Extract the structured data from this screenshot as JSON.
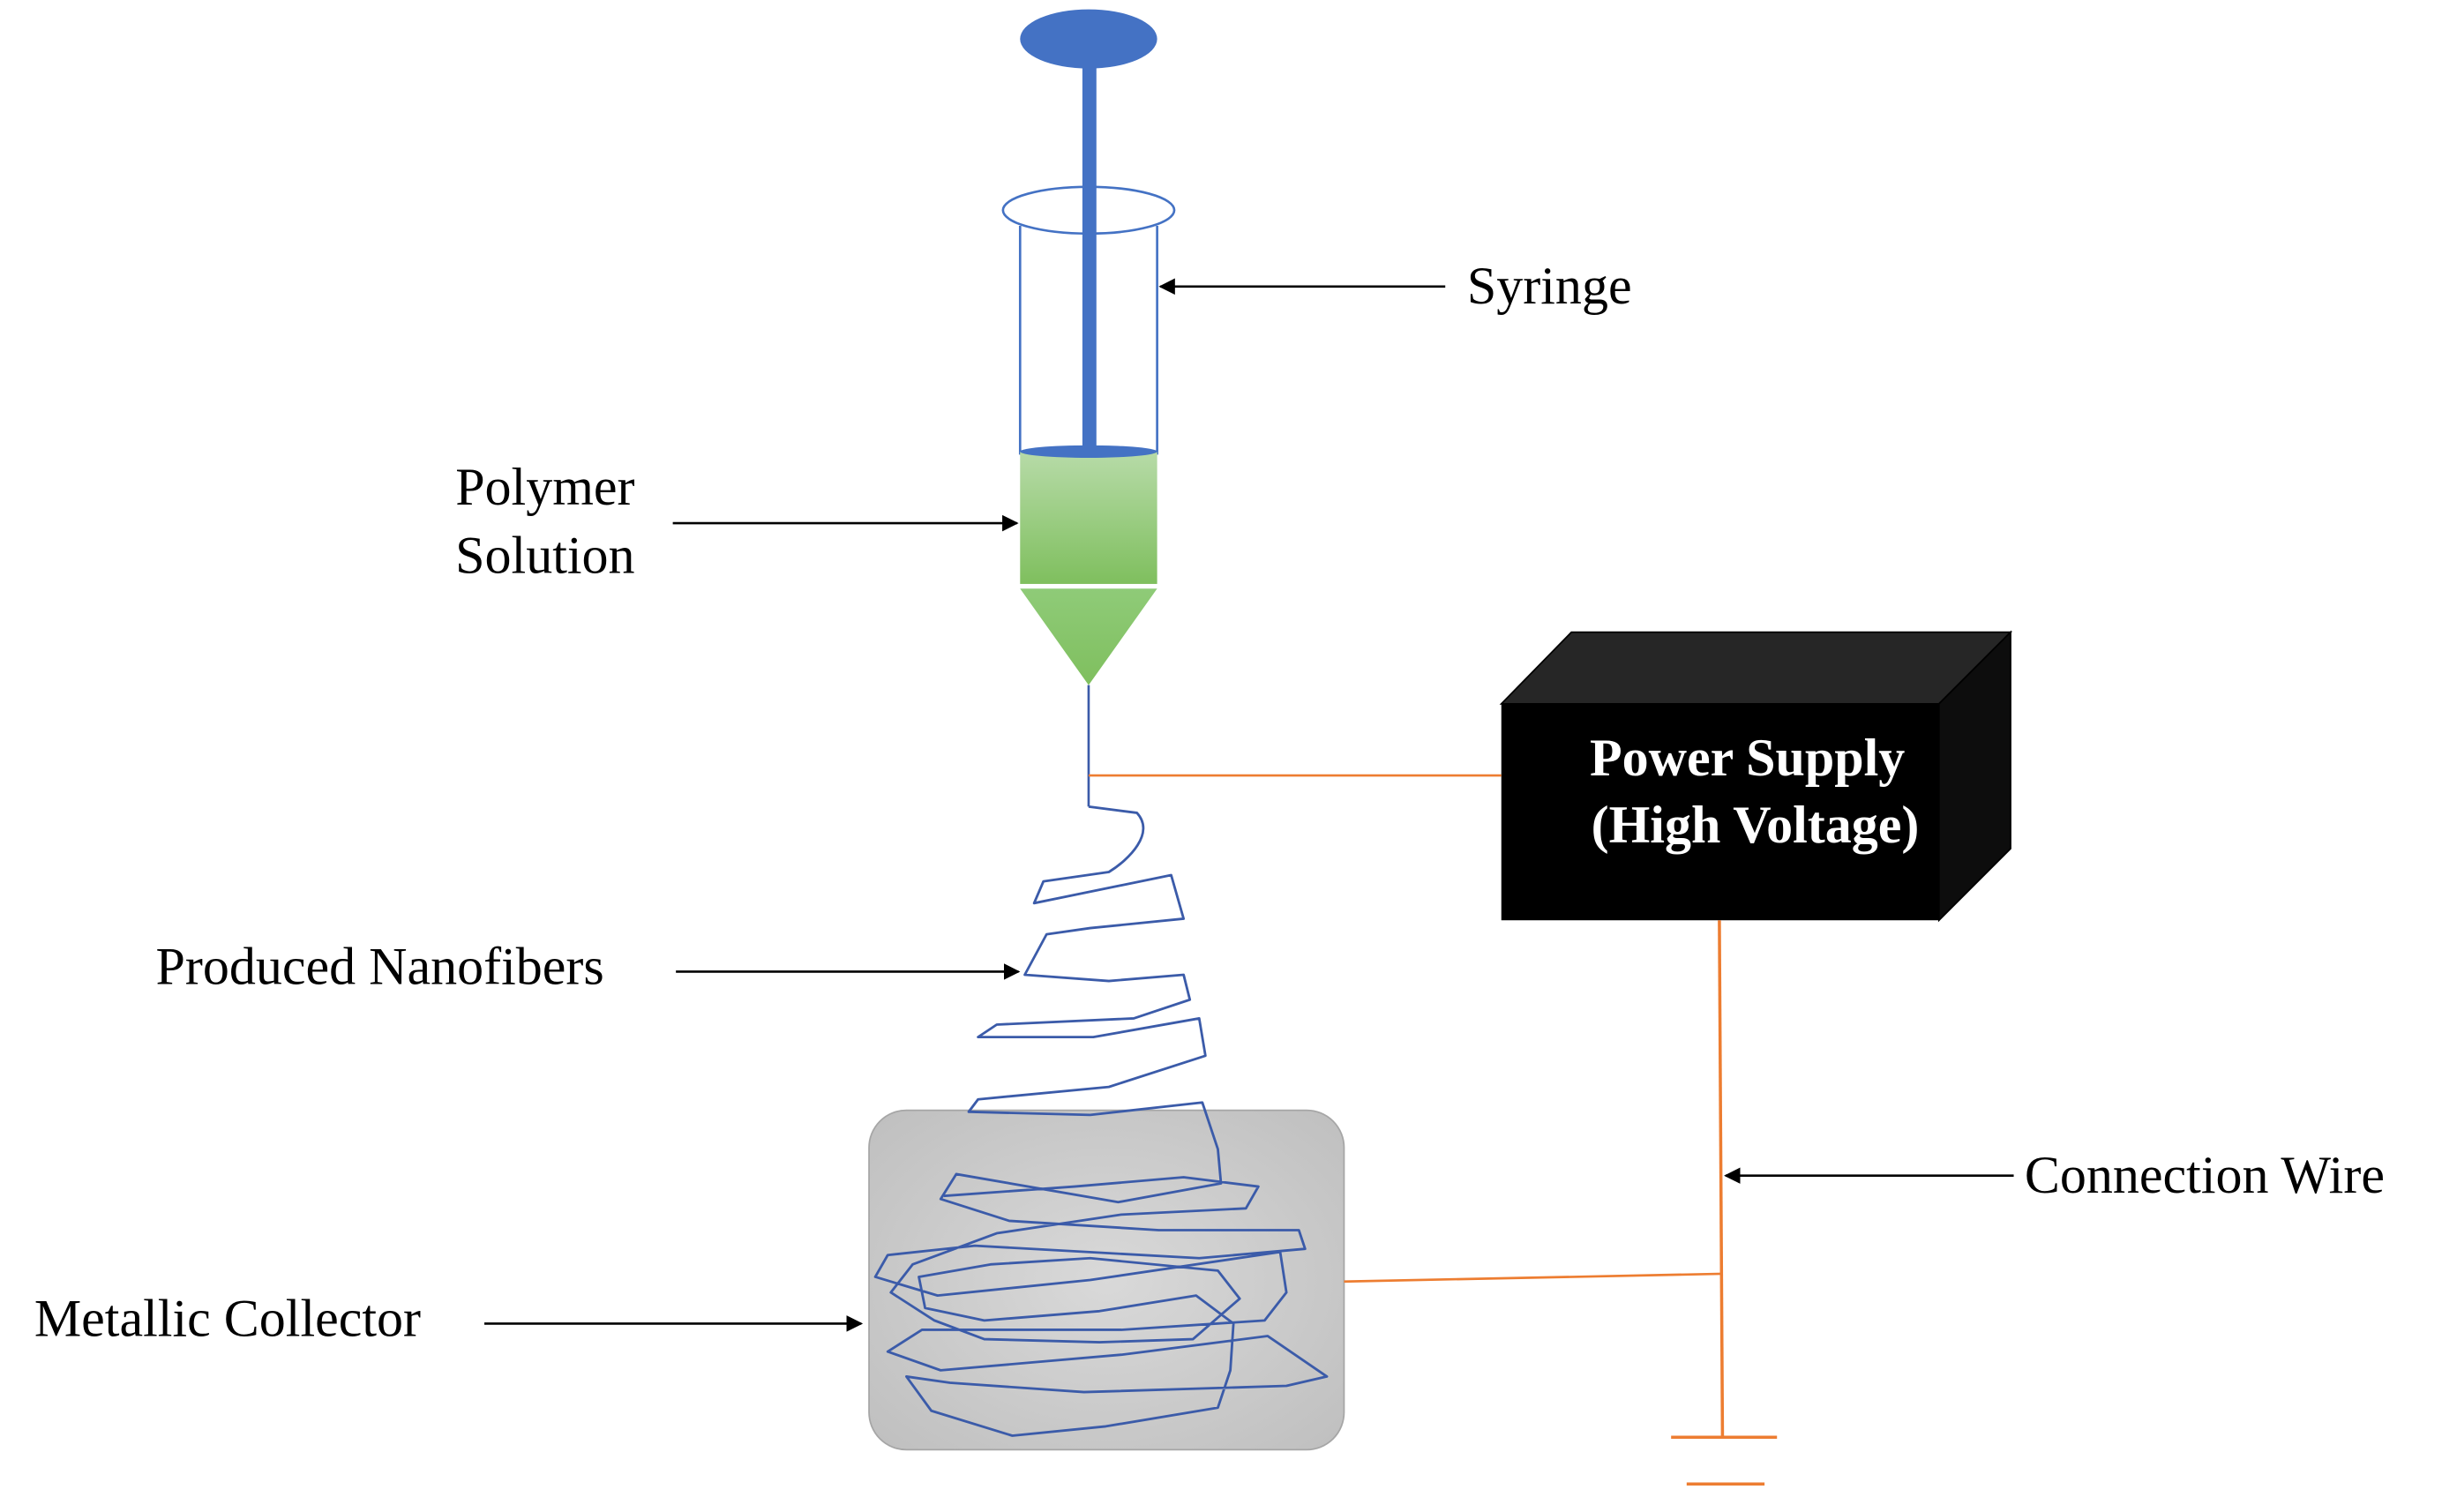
{
  "labels": {
    "syringe": "Syringe",
    "polymer_line1": "Polymer",
    "polymer_line2": "Solution",
    "nanofibers": "Produced Nanofibers",
    "collector": "Metallic Collector",
    "connection_wire": "Connection Wire",
    "power_line1": "Power Supply",
    "power_line2": "(High Voltage)"
  },
  "colors": {
    "plunger": "#4472C4",
    "barrel_outline": "#4472C4",
    "solution_top": "#B7DBA8",
    "solution_bottom": "#7FBF5E",
    "wire": "#ED7D31",
    "fiber": "#3B5BA9",
    "collector_fill": "#C9C9C9",
    "power_supply": "#000000",
    "arrow": "#000000"
  }
}
